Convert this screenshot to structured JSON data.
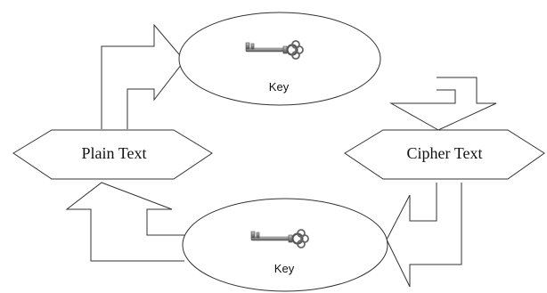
{
  "nodes": {
    "plain_text": "Plain Text",
    "cipher_text": "Cipher Text",
    "key_top": "Key",
    "key_bottom": "Key"
  },
  "icons": {
    "key_top": "key-icon",
    "key_bottom": "key-icon"
  },
  "colors": {
    "stroke": "#333333",
    "fill": "#ffffff",
    "key_metal": "#8a8a8a"
  }
}
